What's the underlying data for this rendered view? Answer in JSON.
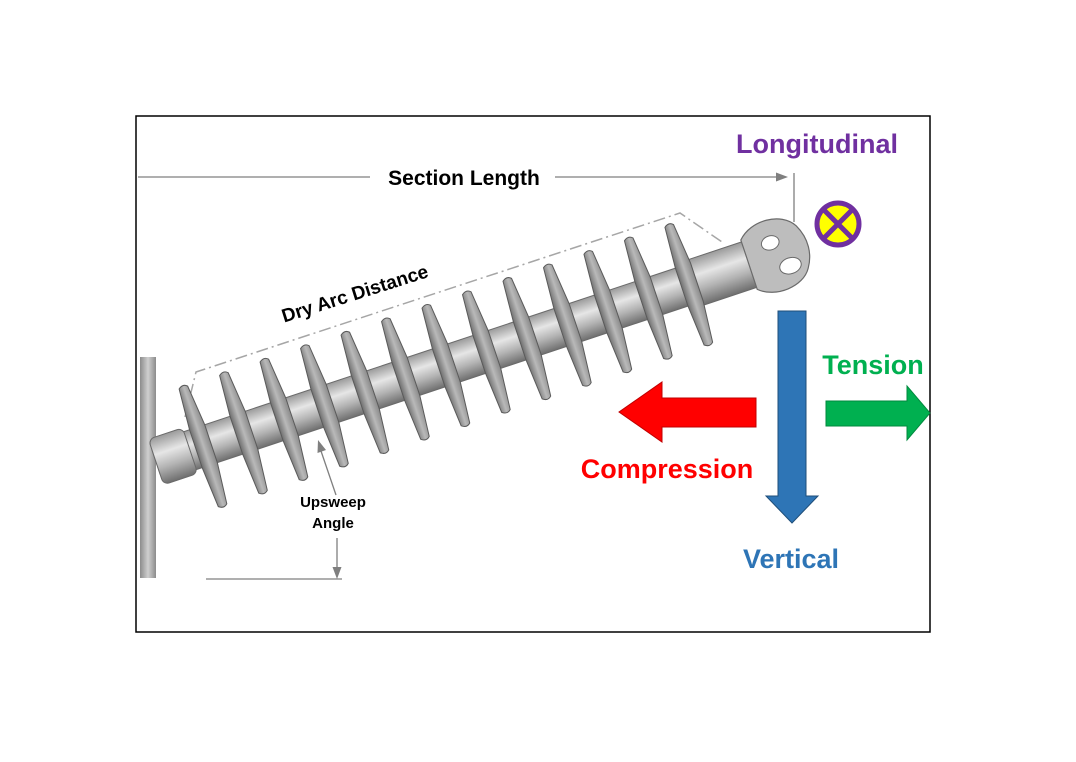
{
  "labels": {
    "section_length": "Section Length",
    "dry_arc_distance": "Dry Arc Distance",
    "upsweep": "Upsweep",
    "angle": "Angle",
    "longitudinal": "Longitudinal",
    "tension": "Tension",
    "compression": "Compression",
    "vertical": "Vertical"
  },
  "insulator": {
    "shed_count": 13
  },
  "colors": {
    "longitudinal": "#7030a0",
    "tension": "#00b050",
    "compression": "#ff0000",
    "vertical": "#2e75b6",
    "longitudinal_symbol_fill": "#ffff00",
    "insulator": "#a6a6a6",
    "dimension_line": "#7f7f7f",
    "frame": "#000000"
  }
}
